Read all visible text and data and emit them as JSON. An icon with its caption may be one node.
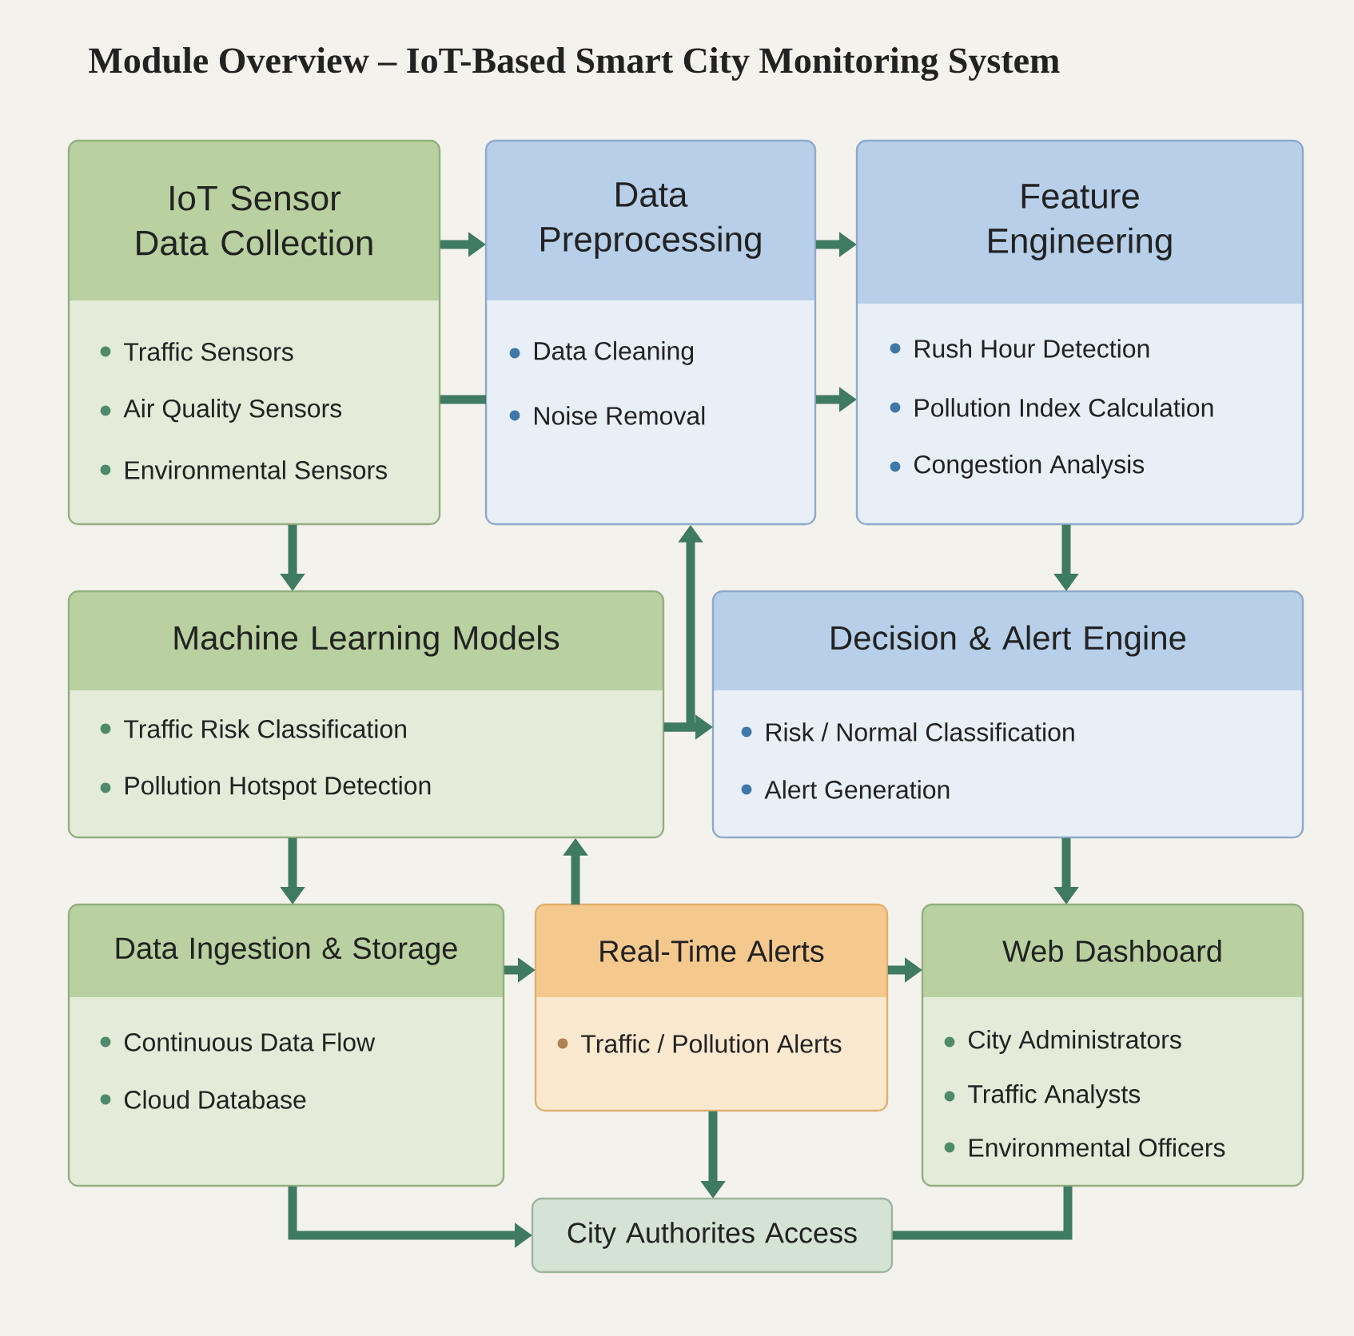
{
  "diagram": {
    "title": "Module Overview – IoT-Based Smart City Monitoring System",
    "nodes": [
      {
        "text": [
          "IoT Sensor Data Collection",
          "Traffic Sensors",
          "Air Quality Sensors",
          "Environmental Sensors"
        ]
      },
      {
        "text": [
          "Data Preprocessing",
          "Data Cleaning",
          "Noise Removal"
        ]
      },
      {
        "text": [
          "Feature Engineering",
          "Rush Hour Detection",
          "Pollution Index Calculation",
          "Congestion Analysis"
        ]
      },
      {
        "text": [
          "Machine Learning Models",
          "Traffic Risk Classification",
          "Pollution Hotspot Detection"
        ]
      },
      {
        "text": [
          "Decision & Alert Engine",
          "Risk / Normal Classification",
          "Alert Generation"
        ]
      },
      {
        "text": [
          "Data Ingestion & Storage",
          "Continuous Data Flow",
          "Cloud Database"
        ]
      },
      {
        "text": [
          "Real-Time Alerts",
          "Traffic / Pollution Alerts"
        ]
      },
      {
        "text": [
          "Web Dashboard",
          "City Administrators",
          "Traffic Analysts",
          "Environmental Officers"
        ]
      },
      {
        "text": [
          "City Authorites Access"
        ]
      }
    ],
    "edges": [
      {
        "from": 0,
        "to": 1,
        "arrow": "to"
      },
      {
        "from": 0,
        "to": 1,
        "arrow": "none"
      },
      {
        "from": 1,
        "to": 2,
        "arrow": "to"
      },
      {
        "from": 1,
        "to": 2,
        "arrow": "to"
      },
      {
        "from": 0,
        "to": 3,
        "arrow": "to"
      },
      {
        "from": 2,
        "to": 4,
        "arrow": "to"
      },
      {
        "from": 3,
        "to": 1,
        "arrow": "to"
      },
      {
        "from": 3,
        "to": 4,
        "arrow": "to"
      },
      {
        "from": 3,
        "to": 5,
        "arrow": "to"
      },
      {
        "from": 6,
        "to": 3,
        "arrow": "to"
      },
      {
        "from": 5,
        "to": 6,
        "arrow": "to"
      },
      {
        "from": 6,
        "to": 7,
        "arrow": "to"
      },
      {
        "from": 4,
        "to": 7,
        "arrow": "to"
      },
      {
        "from": 6,
        "to": 8,
        "arrow": "to"
      },
      {
        "from": 5,
        "to": 8,
        "arrow": "to"
      },
      {
        "from": 7,
        "to": 8,
        "arrow": "none"
      }
    ]
  }
}
